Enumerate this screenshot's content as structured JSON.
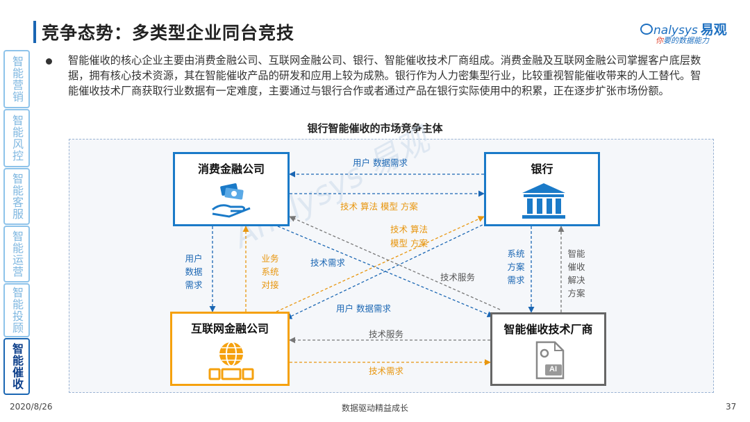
{
  "header": {
    "title": "竞争态势：多类型企业同台竞技",
    "logo_main": "nalysys",
    "logo_cn": "易观",
    "logo_sub_highlight": "你",
    "logo_sub": "要的数据能力"
  },
  "sidebar": {
    "items": [
      {
        "label": "智能营销"
      },
      {
        "label": "智能风控"
      },
      {
        "label": "智能客服"
      },
      {
        "label": "智能运营"
      },
      {
        "label": "智能投顾"
      },
      {
        "label": "智能催收"
      }
    ]
  },
  "bullet": "智能催收的核心企业主要由消费金融公司、互联网金融公司、银行、智能催收技术厂商组成。消费金融及互联网金融公司掌握客户底层数据，拥有核心技术资源，其在智能催收产品的研发和应用上较为成熟。银行作为人力密集型行业，比较重视智能催收带来的人工替代。智能催收技术厂商获取行业数据有一定难度，主要通过与银行合作或者通过产品在银行实际使用中的积累，正在逐步扩张市场份额。",
  "diagram": {
    "title": "银行智能催收的市场竞争主体",
    "nodes": {
      "consumer_finance": "消费金融公司",
      "bank": "银行",
      "internet_finance": "互联网金融公司",
      "tech_vendor": "智能催收技术厂商",
      "ai_badge": "AI"
    },
    "edges": {
      "bank_to_cf": "用户  数据需求",
      "cf_to_bank": "技术  算法  模型  方案",
      "if_to_bank_1": "技术  算法",
      "if_to_bank_2": "模型  方案",
      "cf_to_if": "用户数据需求",
      "if_to_cf": "业务系统对接",
      "vendor_to_cf_req": "技术需求",
      "cf_tech_service": "技术服务",
      "bank_to_if": "用户  数据需求",
      "bank_to_vendor": "系统方案需求",
      "vendor_to_bank": "智能催收解决方案",
      "vendor_to_if": "技术服务",
      "if_to_vendor": "技术需求"
    },
    "colors": {
      "blue": "#1a66b3",
      "orange": "#e8960e",
      "gray": "#555555"
    }
  },
  "footer": {
    "date": "2020/8/26",
    "slogan": "数据驱动精益成长",
    "page": "37"
  }
}
